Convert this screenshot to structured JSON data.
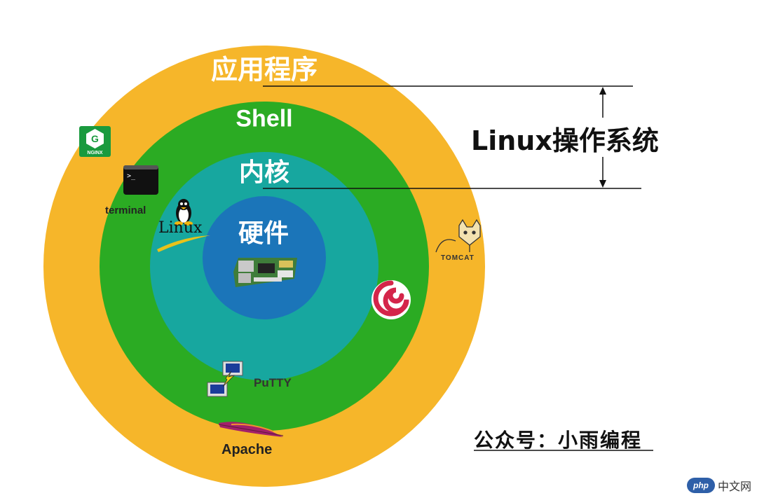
{
  "diagram": {
    "rings": {
      "application": "应用程序",
      "shell": "Shell",
      "kernel": "内核",
      "hardware": "硬件"
    },
    "colors": {
      "application": "#f6b62a",
      "shell": "#2bab23",
      "kernel": "#17a79f",
      "hardware": "#1b75b9"
    },
    "os_bracket_label": "Linux操作系统",
    "icons": {
      "nginx": {
        "icon": "nginx-logo",
        "text": "NGINX"
      },
      "terminal": {
        "icon": "terminal-icon",
        "label": "terminal",
        "prompt": ">_"
      },
      "linux": {
        "icon": "tux-penguin",
        "text": "Linux"
      },
      "hardware_board": {
        "icon": "raspberry-pi-board"
      },
      "tomcat": {
        "icon": "tomcat-logo",
        "label": "TOMCAT"
      },
      "debian": {
        "icon": "debian-swirl"
      },
      "putty": {
        "icon": "putty-icon",
        "label": "PuTTY"
      },
      "apache": {
        "icon": "apache-feather",
        "label": "Apache"
      }
    },
    "footer": {
      "wechat": "公众号：小雨编程",
      "site_logo": "php",
      "site_text": "中文网"
    }
  }
}
